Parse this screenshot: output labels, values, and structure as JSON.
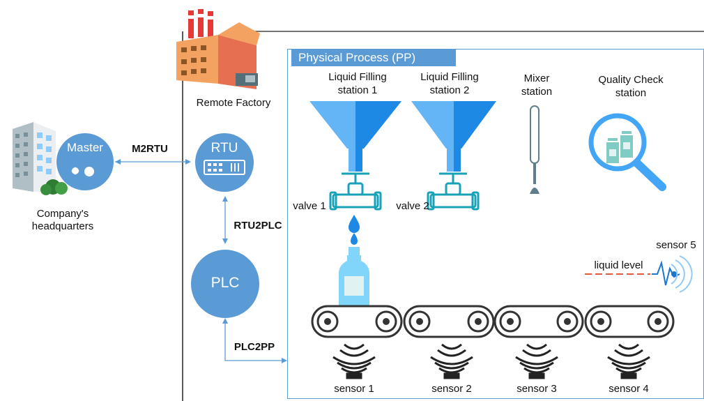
{
  "headquarters": {
    "label_line1": "Company's",
    "label_line2": "headquarters"
  },
  "master": {
    "label": "Master"
  },
  "factory": {
    "label": "Remote Factory"
  },
  "rtu": {
    "label": "RTU"
  },
  "plc": {
    "label": "PLC"
  },
  "links": {
    "m2rtu": "M2RTU",
    "rtu2plc": "RTU2PLC",
    "plc2pp": "PLC2PP"
  },
  "pp": {
    "title": "Physical Process (PP)"
  },
  "stations": [
    {
      "line1": "Liquid Filling",
      "line2": "station 1"
    },
    {
      "line1": "Liquid Filling",
      "line2": "station 2"
    },
    {
      "line1": "Mixer",
      "line2": "station"
    },
    {
      "line1": "Quality Check",
      "line2": "station"
    }
  ],
  "valves": [
    "valve 1",
    "valve 2"
  ],
  "sensors": [
    "sensor 1",
    "sensor 2",
    "sensor 3",
    "sensor 4",
    "sensor 5"
  ],
  "liquid_level": "liquid level",
  "colors": {
    "accent": "#5b9bd5",
    "funnel_light": "#64b5f6",
    "funnel_dark": "#1e88e5",
    "dashed": "#e05a3a"
  }
}
